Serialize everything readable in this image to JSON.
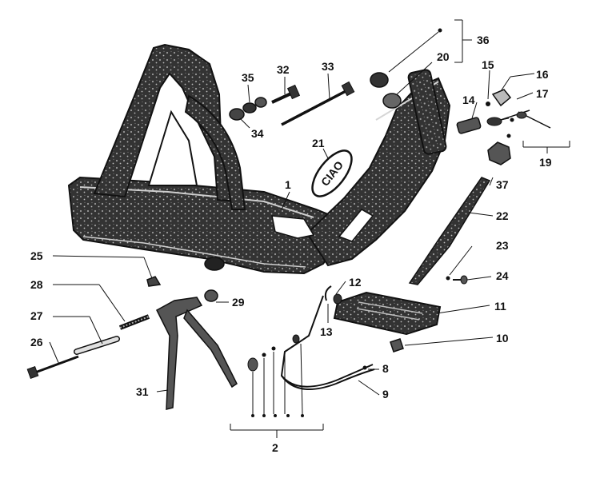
{
  "diagram": {
    "colors": {
      "ink": "#111111",
      "frame_fill": "#3a3a3a",
      "frame_speckle": "#8a8a8a",
      "paper": "#ffffff"
    },
    "badge_text": "CIAO",
    "callouts": [
      {
        "id": "1",
        "label": "1"
      },
      {
        "id": "2",
        "label": "2"
      },
      {
        "id": "8",
        "label": "8"
      },
      {
        "id": "9",
        "label": "9"
      },
      {
        "id": "10",
        "label": "10"
      },
      {
        "id": "11",
        "label": "11"
      },
      {
        "id": "12",
        "label": "12"
      },
      {
        "id": "13",
        "label": "13"
      },
      {
        "id": "14",
        "label": "14"
      },
      {
        "id": "15",
        "label": "15"
      },
      {
        "id": "16",
        "label": "16"
      },
      {
        "id": "17",
        "label": "17"
      },
      {
        "id": "19",
        "label": "19"
      },
      {
        "id": "20",
        "label": "20"
      },
      {
        "id": "21",
        "label": "21"
      },
      {
        "id": "22",
        "label": "22"
      },
      {
        "id": "23",
        "label": "23"
      },
      {
        "id": "24",
        "label": "24"
      },
      {
        "id": "25",
        "label": "25"
      },
      {
        "id": "26",
        "label": "26"
      },
      {
        "id": "27",
        "label": "27"
      },
      {
        "id": "28",
        "label": "28"
      },
      {
        "id": "29",
        "label": "29"
      },
      {
        "id": "31",
        "label": "31"
      },
      {
        "id": "32",
        "label": "32"
      },
      {
        "id": "33",
        "label": "33"
      },
      {
        "id": "34",
        "label": "34"
      },
      {
        "id": "35",
        "label": "35"
      },
      {
        "id": "36",
        "label": "36"
      },
      {
        "id": "37",
        "label": "37"
      }
    ]
  }
}
